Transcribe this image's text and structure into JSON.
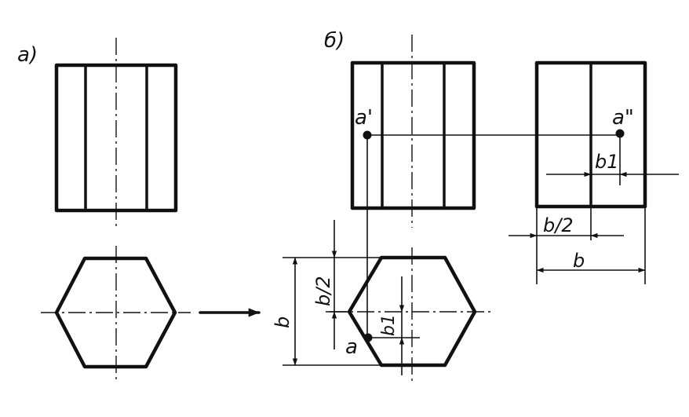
{
  "labels": {
    "view_a": "a)",
    "view_b": "б)",
    "point_front": "a'",
    "point_side": "a\"",
    "point_top": "a",
    "dim_b1_side": "b1",
    "dim_b_half_side": "b/2",
    "dim_b_side": "b",
    "dim_b_half_top": "b/2",
    "dim_b_top": "b",
    "dim_b1_top": "b1"
  }
}
